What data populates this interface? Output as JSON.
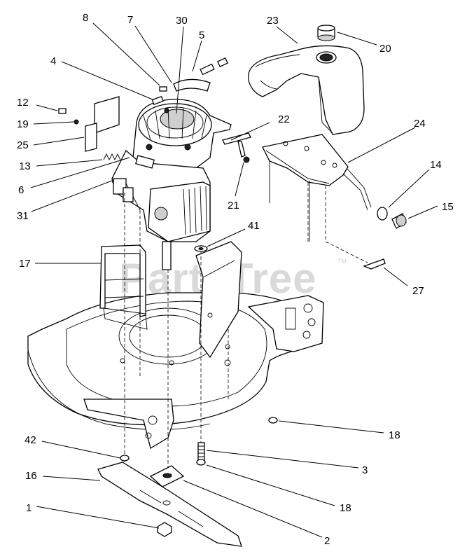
{
  "watermark": {
    "text": "PartsTree",
    "trademark": "TM"
  },
  "callouts": [
    {
      "id": "c8",
      "text": "8"
    },
    {
      "id": "c7",
      "text": "7"
    },
    {
      "id": "c30",
      "text": "30"
    },
    {
      "id": "c5",
      "text": "5"
    },
    {
      "id": "c23",
      "text": "23"
    },
    {
      "id": "c20",
      "text": "20"
    },
    {
      "id": "c4",
      "text": "4"
    },
    {
      "id": "c12",
      "text": "12"
    },
    {
      "id": "c19",
      "text": "19"
    },
    {
      "id": "c25",
      "text": "25"
    },
    {
      "id": "c22",
      "text": "22"
    },
    {
      "id": "c24",
      "text": "24"
    },
    {
      "id": "c13",
      "text": "13"
    },
    {
      "id": "c14",
      "text": "14"
    },
    {
      "id": "c6",
      "text": "6"
    },
    {
      "id": "c21",
      "text": "21"
    },
    {
      "id": "c15",
      "text": "15"
    },
    {
      "id": "c31",
      "text": "31"
    },
    {
      "id": "c41",
      "text": "41"
    },
    {
      "id": "c17",
      "text": "17"
    },
    {
      "id": "c27",
      "text": "27"
    },
    {
      "id": "c18a",
      "text": "18"
    },
    {
      "id": "c42",
      "text": "42"
    },
    {
      "id": "c3",
      "text": "3"
    },
    {
      "id": "c16",
      "text": "16"
    },
    {
      "id": "c18b",
      "text": "18"
    },
    {
      "id": "c1",
      "text": "1"
    },
    {
      "id": "c2",
      "text": "2"
    }
  ]
}
